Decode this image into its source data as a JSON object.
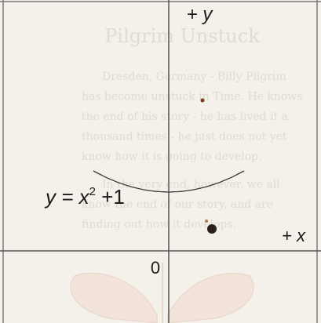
{
  "chart_data": {
    "type": "line",
    "equation": {
      "base": "y = x",
      "exponent": "2",
      "tail": " +1"
    },
    "axis_labels": {
      "y_positive": "+ y",
      "x_positive": "+ x",
      "origin": "0"
    },
    "series": [
      {
        "x": [
          -0.6,
          -0.5,
          -0.4,
          -0.3,
          -0.2,
          -0.1,
          0.0,
          0.1,
          0.2,
          0.3,
          0.4,
          0.5,
          0.6
        ],
        "y": [
          1.36,
          1.25,
          1.16,
          1.09,
          1.04,
          1.01,
          1.0,
          1.01,
          1.04,
          1.09,
          1.16,
          1.25,
          1.36
        ]
      }
    ],
    "grid": true
  },
  "background_text": {
    "title": "Pilgrim Unstuck",
    "lines": [
      "Dresden, Germany - Billy Pilgrim",
      "has become unstuck in Time. He knows",
      "the end of his story - he has lived it a",
      "thousand times - he just does not yet",
      "know how it is going to develop.",
      "In the very end, however, we all",
      "know the end of our story, and are",
      "finding out how it develops."
    ]
  }
}
